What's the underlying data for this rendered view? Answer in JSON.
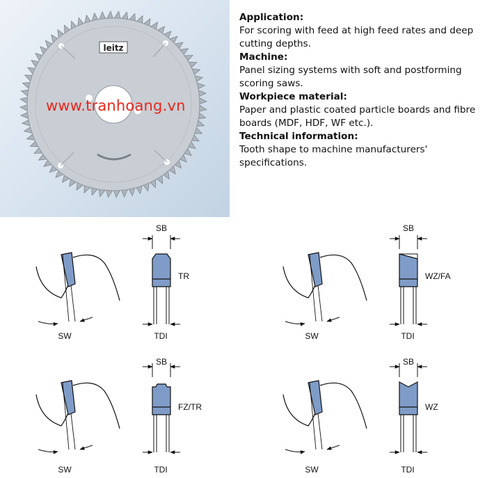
{
  "watermark": "www.tranhoang.vn",
  "blade_logo": "leitz",
  "specs": [
    {
      "heading": "Application:",
      "text": "For scoring with feed at high feed rates and deep cutting depths."
    },
    {
      "heading": "Machine:",
      "text": "Panel sizing systems with soft and postforming scoring saws."
    },
    {
      "heading": "Workpiece material:",
      "text": "Paper and plastic coated particle boards and fibre boards (MDF, HDF, WF etc.)."
    },
    {
      "heading": "Technical information:",
      "text": "Tooth shape to machine manufacturers' specifications."
    }
  ],
  "diagrams": [
    {
      "name": "TR",
      "sb": "SB",
      "tdi": "TDI",
      "sw": "SW"
    },
    {
      "name": "WZ/FA",
      "sb": "SB",
      "tdi": "TDI",
      "sw": "SW"
    },
    {
      "name": "FZ/TR",
      "sb": "SB",
      "tdi": "TDI",
      "sw": "SW"
    },
    {
      "name": "WZ",
      "sb": "SB",
      "tdi": "TDI",
      "sw": "SW"
    }
  ],
  "colors": {
    "tooth": "#7f9cc8",
    "watermark": "#e8281c"
  }
}
